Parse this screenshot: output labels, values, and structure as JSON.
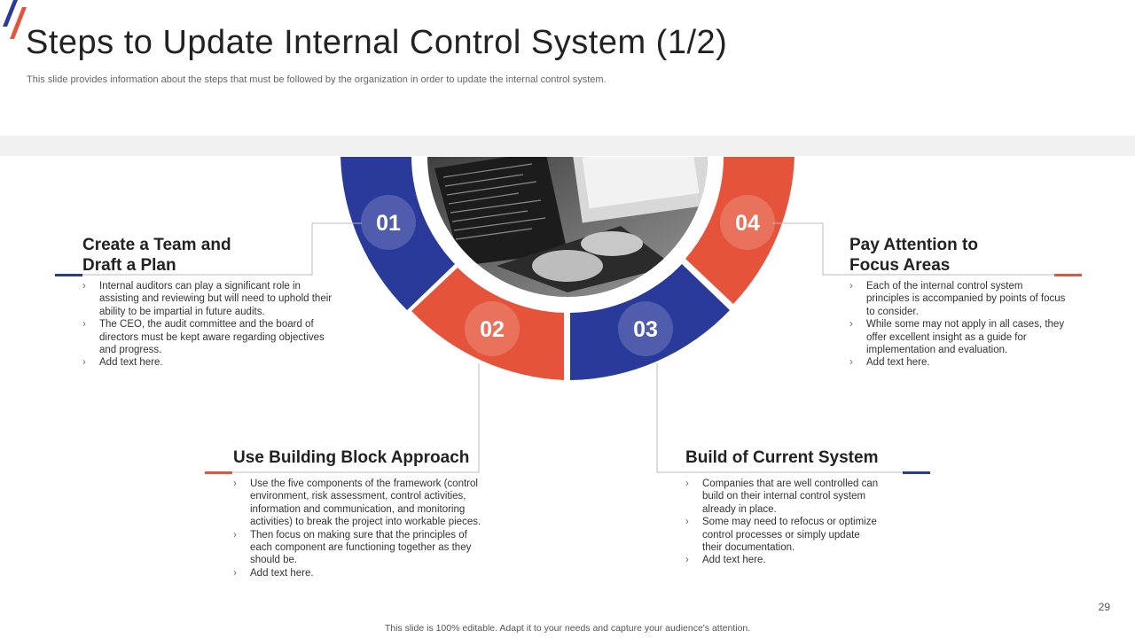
{
  "slide": {
    "title": "Steps to Update Internal Control System (1/2)",
    "subtitle": "This slide provides information about the steps that must be followed by the organization in order to update the internal control system.",
    "page_number": "29",
    "footer": "This slide is 100% editable. Adapt it to your needs and capture your audience's attention."
  },
  "colors": {
    "blue": "#2a3a9b",
    "red": "#e5533a",
    "gray_band": "#f1f1f1"
  },
  "image": {
    "description_icon": "laptop-photo"
  },
  "steps": [
    {
      "number": "01",
      "heading": "Create a Team and Draft a Plan",
      "heading_line1": "Create a Team and",
      "heading_line2": "Draft a Plan",
      "bullets": [
        "Internal auditors can play a significant role in assisting and reviewing but will need to uphold their ability to be impartial in future audits.",
        "The CEO, the audit committee and the board of directors must be kept aware regarding objectives and progress.",
        "Add text here."
      ]
    },
    {
      "number": "02",
      "heading": "Use Building Block Approach",
      "bullets": [
        "Use the five components of the framework (control environment, risk assessment, control activities, information and communication, and monitoring activities) to break the project into workable pieces.",
        "Then focus on making sure that the principles of each component are functioning together as they should be.",
        "Add text here."
      ]
    },
    {
      "number": "03",
      "heading": "Build of Current System",
      "bullets": [
        "Companies that are well controlled can build on their internal control system already in place.",
        "Some may need to refocus or optimize control processes or simply update their documentation.",
        "Add text here."
      ]
    },
    {
      "number": "04",
      "heading": "Pay Attention to Focus Areas",
      "heading_line1": "Pay Attention to",
      "heading_line2": "Focus Areas",
      "bullets": [
        "Each of the internal control system principles is accompanied by points of focus to consider.",
        "While some may not apply in all cases, they offer excellent insight as a guide for implementation and evaluation.",
        "Add text here."
      ]
    }
  ]
}
